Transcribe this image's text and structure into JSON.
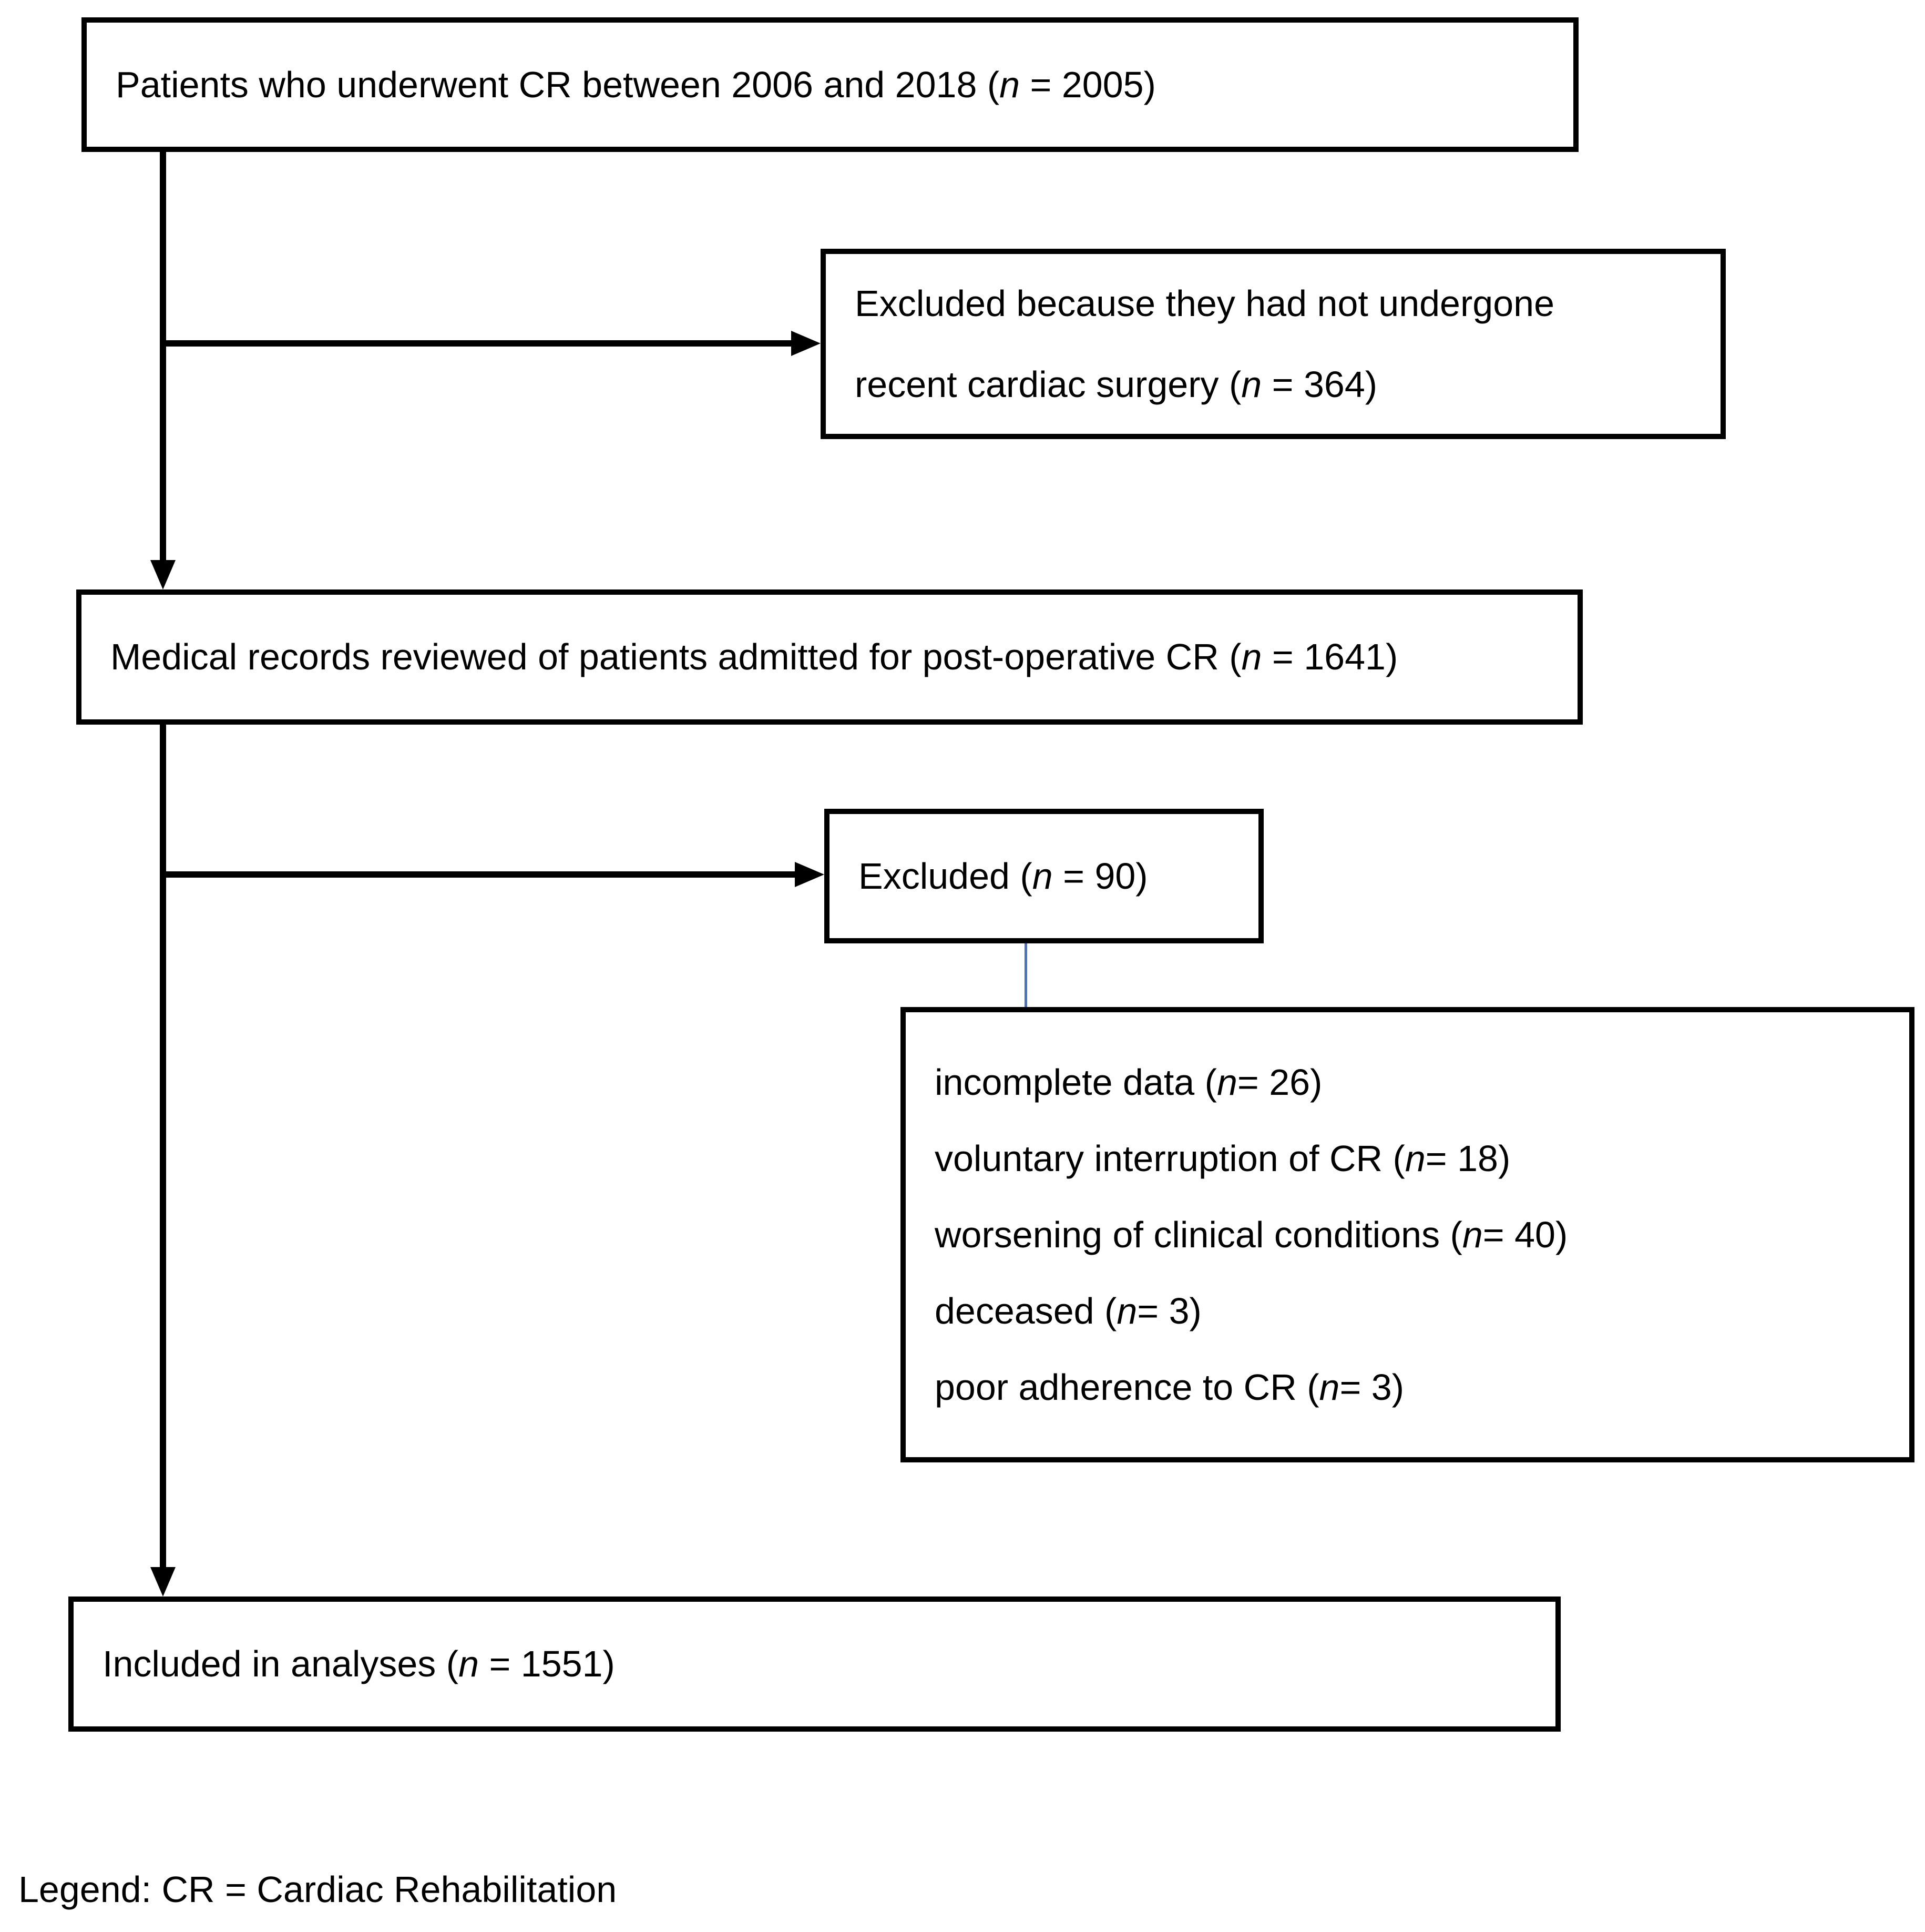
{
  "colors": {
    "box_border": "#000000",
    "connector": "#000000",
    "sub_connector": "#4472C4",
    "text": "#000000",
    "background": "#ffffff"
  },
  "boxes": {
    "patients": {
      "before": "Patients who underwent CR between 2006 and 2018 (",
      "n": "n",
      "after": " = 2005)"
    },
    "excluded_surgery": {
      "line1": "Excluded because they had not undergone",
      "line2_before": "recent cardiac surgery (",
      "n": "n",
      "line2_after": " = 364)"
    },
    "records": {
      "before": "Medical records reviewed of patients admitted for post-operative CR (",
      "n": "n",
      "after": " = 1641)"
    },
    "excluded_90": {
      "before": "Excluded (",
      "n": "n",
      "after": " = 90)"
    },
    "included": {
      "before": "Included in analyses (",
      "n": "n",
      "after": " = 1551)"
    }
  },
  "exclusion_reasons": {
    "items": [
      {
        "before": "incomplete data (",
        "n": "n",
        "after": " = 26)"
      },
      {
        "before": "voluntary interruption of CR (",
        "n": "n",
        "after": " = 18)"
      },
      {
        "before": "worsening of clinical conditions (",
        "n": "n",
        "after": " = 40)"
      },
      {
        "before": "deceased (",
        "n": "n",
        "after": " = 3)"
      },
      {
        "before": "poor adherence to CR (",
        "n": "n",
        "after": " = 3)"
      }
    ]
  },
  "legend": {
    "text": "Legend: CR = Cardiac Rehabilitation"
  }
}
